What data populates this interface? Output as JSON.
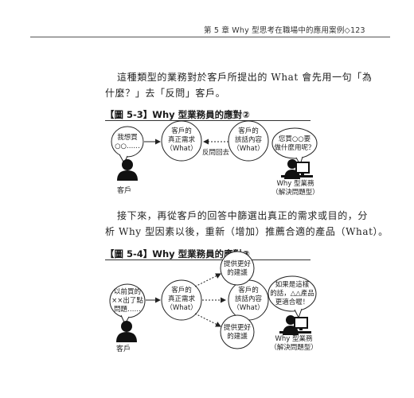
{
  "header": {
    "text": "第 5 章 Why 型思考在職場中的應用案例◇123"
  },
  "paragraphs": {
    "p1_line1": "這種類型的業務對於客戶所提出的 What 會先用一句「為",
    "p1_line2": "什麼？」去「反問」客戶。",
    "p2_line1": "接下來，再從客戶的回答中篩選出真正的需求或目的，分",
    "p2_line2": "析 Why 型因素以後，重新（增加）推薦合適的產品（What）。"
  },
  "figure1": {
    "title": "【圖 5-3】Why 型業務員的應對②",
    "bubble_customer": [
      "我想買",
      "○○……"
    ],
    "circle_true_need": [
      "客戶的",
      "真正需求",
      "（What）"
    ],
    "circle_said": [
      "客戶的",
      "該話內容",
      "（What）"
    ],
    "arrow_label": "反問回去",
    "bubble_sales": [
      "您買○○要",
      "做什麼用呢？"
    ],
    "customer_label": "客戶",
    "sales_label": [
      "Why 型業務",
      "（解決問題型）"
    ]
  },
  "figure2": {
    "title": "【圖 5-4】Why 型業務員的應對③",
    "bubble_customer": [
      "以前買的",
      "××出了點",
      "問題……"
    ],
    "circle_true_need": [
      "客戶的",
      "真正需求",
      "（What）"
    ],
    "circle_said": [
      "客戶的",
      "該話內容",
      "（What）"
    ],
    "circle_better_top": [
      "提供更好",
      "的建議"
    ],
    "circle_better_bottom": [
      "提供更好",
      "的建議"
    ],
    "bubble_sales": [
      "如果是這樣",
      "的話，△△產品",
      "更適合喔！"
    ],
    "customer_label": "客戶",
    "sales_label": [
      "Why 型業務",
      "（解決問題型）"
    ]
  }
}
